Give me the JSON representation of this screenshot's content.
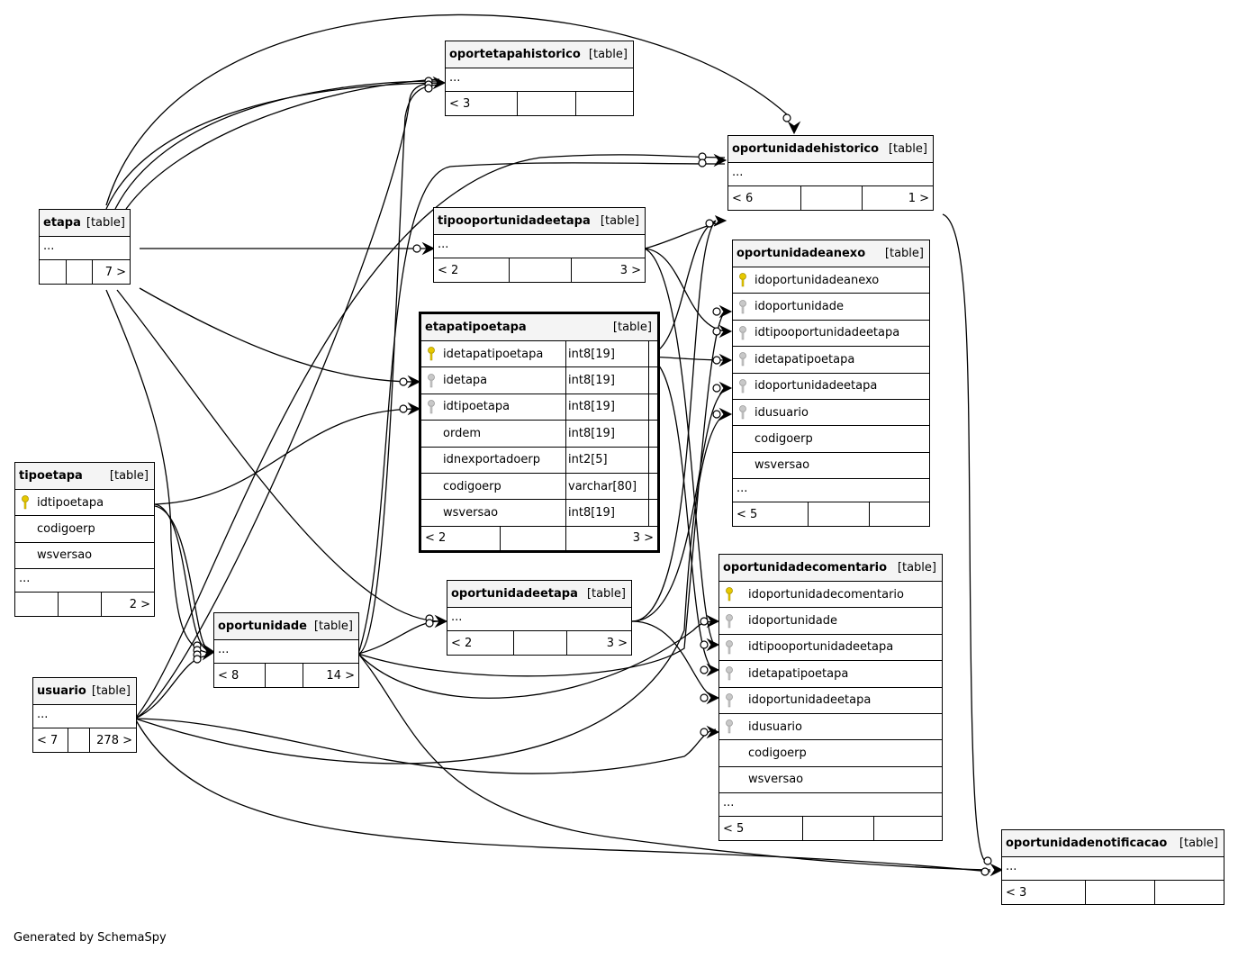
{
  "credit": "Generated by SchemaSpy",
  "tables": {
    "oportetapahistorico": {
      "name": "oportetapahistorico",
      "type": "[table]",
      "ellipsis": "...",
      "parents": "< 3",
      "children": ""
    },
    "oportunidadehistorico": {
      "name": "oportunidadehistorico",
      "type": "[table]",
      "ellipsis": "...",
      "parents": "< 6",
      "children": "1 >"
    },
    "etapa": {
      "name": "etapa",
      "type": "[table]",
      "ellipsis": "...",
      "parents": "",
      "children": "7 >"
    },
    "tipooportunidadeetapa": {
      "name": "tipooportunidadeetapa",
      "type": "[table]",
      "ellipsis": "...",
      "parents": "< 2",
      "children": "3 >"
    },
    "etapatipoetapa": {
      "name": "etapatipoetapa",
      "type": "[table]",
      "parents": "< 2",
      "children": "3 >",
      "columns": [
        {
          "name": "idetapatipoetapa",
          "type": "int8[19]",
          "key": "primary"
        },
        {
          "name": "idetapa",
          "type": "int8[19]",
          "key": "foreign"
        },
        {
          "name": "idtipoetapa",
          "type": "int8[19]",
          "key": "foreign"
        },
        {
          "name": "ordem",
          "type": "int8[19]",
          "key": ""
        },
        {
          "name": "idnexportadoerp",
          "type": "int2[5]",
          "key": ""
        },
        {
          "name": "codigoerp",
          "type": "varchar[80]",
          "key": ""
        },
        {
          "name": "wsversao",
          "type": "int8[19]",
          "key": ""
        }
      ]
    },
    "oportunidadeanexo": {
      "name": "oportunidadeanexo",
      "type": "[table]",
      "ellipsis": "...",
      "parents": "< 5",
      "children": "",
      "columns": [
        {
          "name": "idoportunidadeanexo",
          "key": "primary"
        },
        {
          "name": "idoportunidade",
          "key": "foreign"
        },
        {
          "name": "idtipooportunidadeetapa",
          "key": "foreign"
        },
        {
          "name": "idetapatipoetapa",
          "key": "foreign"
        },
        {
          "name": "idoportunidadeetapa",
          "key": "foreign"
        },
        {
          "name": "idusuario",
          "key": "foreign"
        },
        {
          "name": "codigoerp",
          "key": ""
        },
        {
          "name": "wsversao",
          "key": ""
        }
      ]
    },
    "tipoetapa": {
      "name": "tipoetapa",
      "type": "[table]",
      "ellipsis": "...",
      "parents": "",
      "children": "2 >",
      "columns": [
        {
          "name": "idtipoetapa",
          "key": "primary"
        },
        {
          "name": "codigoerp",
          "key": ""
        },
        {
          "name": "wsversao",
          "key": ""
        }
      ]
    },
    "oportunidadecomentario": {
      "name": "oportunidadecomentario",
      "type": "[table]",
      "ellipsis": "...",
      "parents": "< 5",
      "children": "",
      "columns": [
        {
          "name": "idoportunidadecomentario",
          "key": "primary"
        },
        {
          "name": "idoportunidade",
          "key": "foreign"
        },
        {
          "name": "idtipooportunidadeetapa",
          "key": "foreign"
        },
        {
          "name": "idetapatipoetapa",
          "key": "foreign"
        },
        {
          "name": "idoportunidadeetapa",
          "key": "foreign"
        },
        {
          "name": "idusuario",
          "key": "foreign"
        },
        {
          "name": "codigoerp",
          "key": ""
        },
        {
          "name": "wsversao",
          "key": ""
        }
      ]
    },
    "oportunidadeetapa": {
      "name": "oportunidadeetapa",
      "type": "[table]",
      "ellipsis": "...",
      "parents": "< 2",
      "children": "3 >"
    },
    "oportunidade": {
      "name": "oportunidade",
      "type": "[table]",
      "ellipsis": "...",
      "parents": "< 8",
      "children": "14 >"
    },
    "usuario": {
      "name": "usuario",
      "type": "[table]",
      "ellipsis": "...",
      "parents": "< 7",
      "children": "278 >"
    },
    "oportunidadenotificacao": {
      "name": "oportunidadenotificacao",
      "type": "[table]",
      "ellipsis": "...",
      "parents": "< 3",
      "children": ""
    }
  },
  "colors": {
    "primary_key": "#e6c800",
    "foreign_key": "#b4b4b4",
    "header": "#f4f4f4"
  }
}
